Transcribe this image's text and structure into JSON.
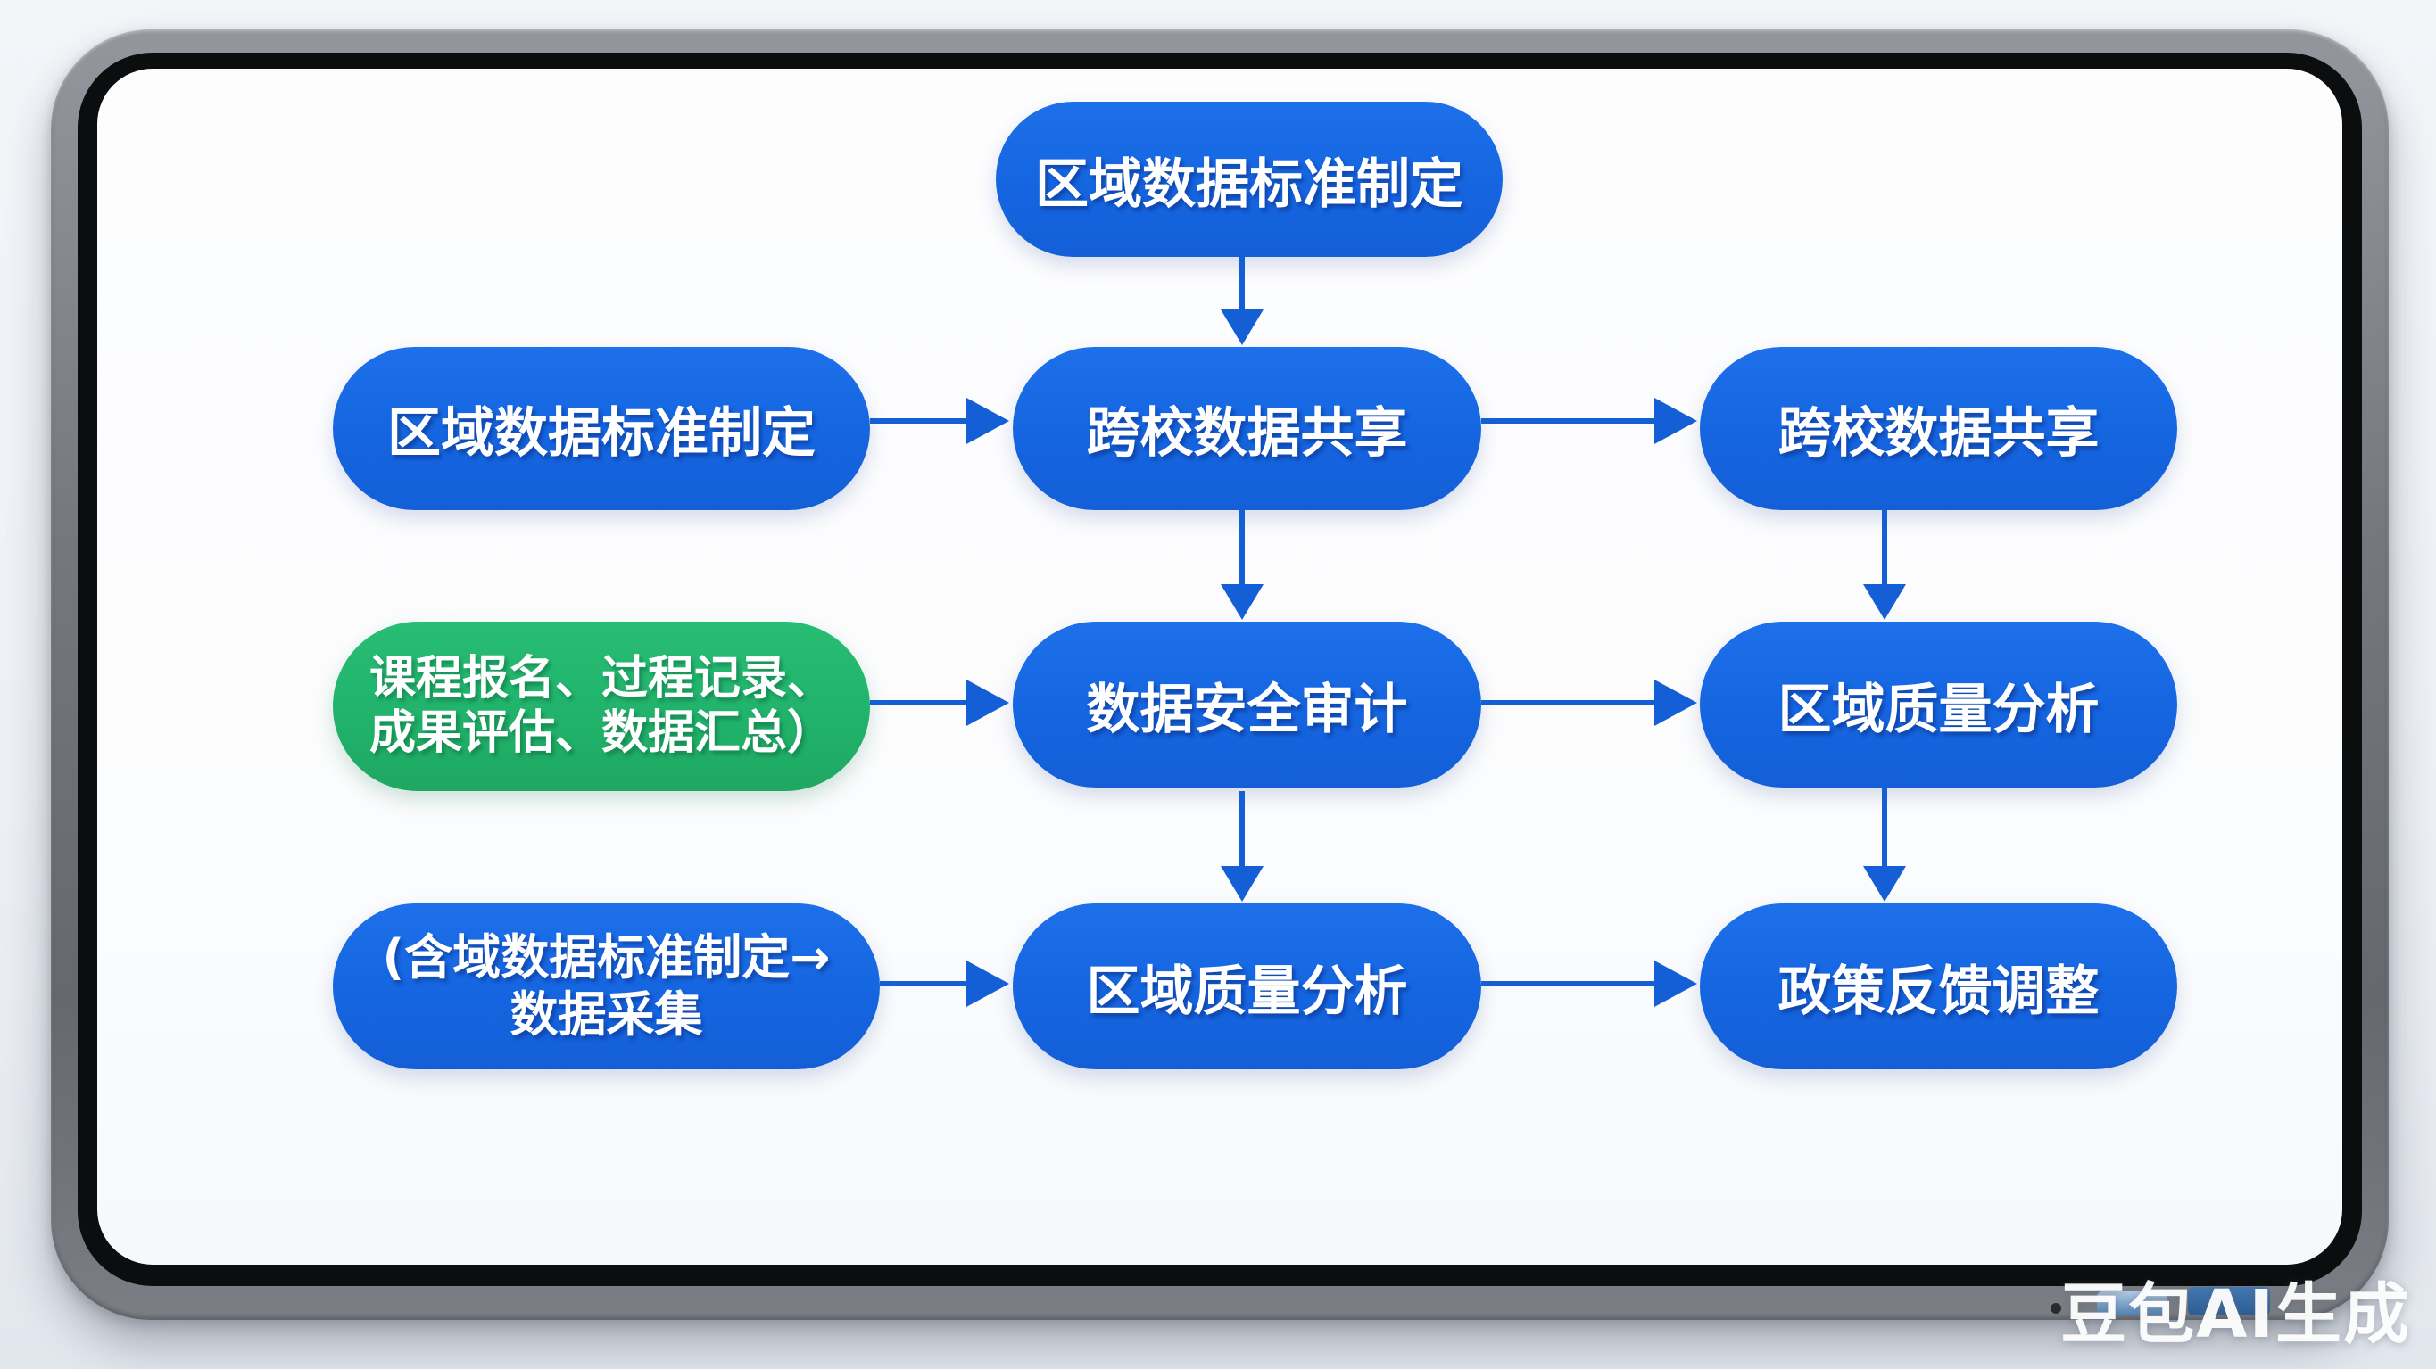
{
  "watermark": {
    "label": "豆包AI生成"
  },
  "diagram": {
    "nodes": {
      "top": {
        "label": "区域数据标准制定",
        "color": "#1565E0",
        "shape": "pill"
      },
      "r2l": {
        "label": "区域数据标准制定",
        "color": "#1565E0",
        "shape": "pill"
      },
      "r2c": {
        "label": "跨校数据共享",
        "color": "#1565E0",
        "shape": "pill"
      },
      "r2r": {
        "label": "跨校数据共享",
        "color": "#1565E0",
        "shape": "pill"
      },
      "r3l": {
        "line1": "课程报名、过程记录、",
        "line2": "成果评估、数据汇总）",
        "color": "#21B36B",
        "shape": "pill"
      },
      "r3c": {
        "label": "数据安全审计",
        "color": "#1565E0",
        "shape": "pill"
      },
      "r3r": {
        "label": "区域质量分析",
        "color": "#1565E0",
        "shape": "pill"
      },
      "r4l": {
        "line1": "(含域数据标准制定→",
        "line2": "数据采集",
        "color": "#1565E0",
        "shape": "pill"
      },
      "r4c": {
        "label": "区域质量分析",
        "color": "#1565E0",
        "shape": "pill"
      },
      "r4r": {
        "label": "政策反馈调整",
        "color": "#1565E0",
        "shape": "pill"
      }
    },
    "edges": [
      {
        "from": "top",
        "to": "r2c",
        "direction": "down"
      },
      {
        "from": "r2l",
        "to": "r2c",
        "direction": "right"
      },
      {
        "from": "r2c",
        "to": "r2r",
        "direction": "right"
      },
      {
        "from": "r2c",
        "to": "r3c",
        "direction": "down"
      },
      {
        "from": "r2r",
        "to": "r3r",
        "direction": "down"
      },
      {
        "from": "r3l",
        "to": "r3c",
        "direction": "right"
      },
      {
        "from": "r3c",
        "to": "r3r",
        "direction": "right"
      },
      {
        "from": "r3c",
        "to": "r4c",
        "direction": "down"
      },
      {
        "from": "r3r",
        "to": "r4r",
        "direction": "down"
      },
      {
        "from": "r4l",
        "to": "r4c",
        "direction": "right"
      },
      {
        "from": "r4c",
        "to": "r4r",
        "direction": "right"
      }
    ],
    "arrow_color": "#155FD6"
  }
}
